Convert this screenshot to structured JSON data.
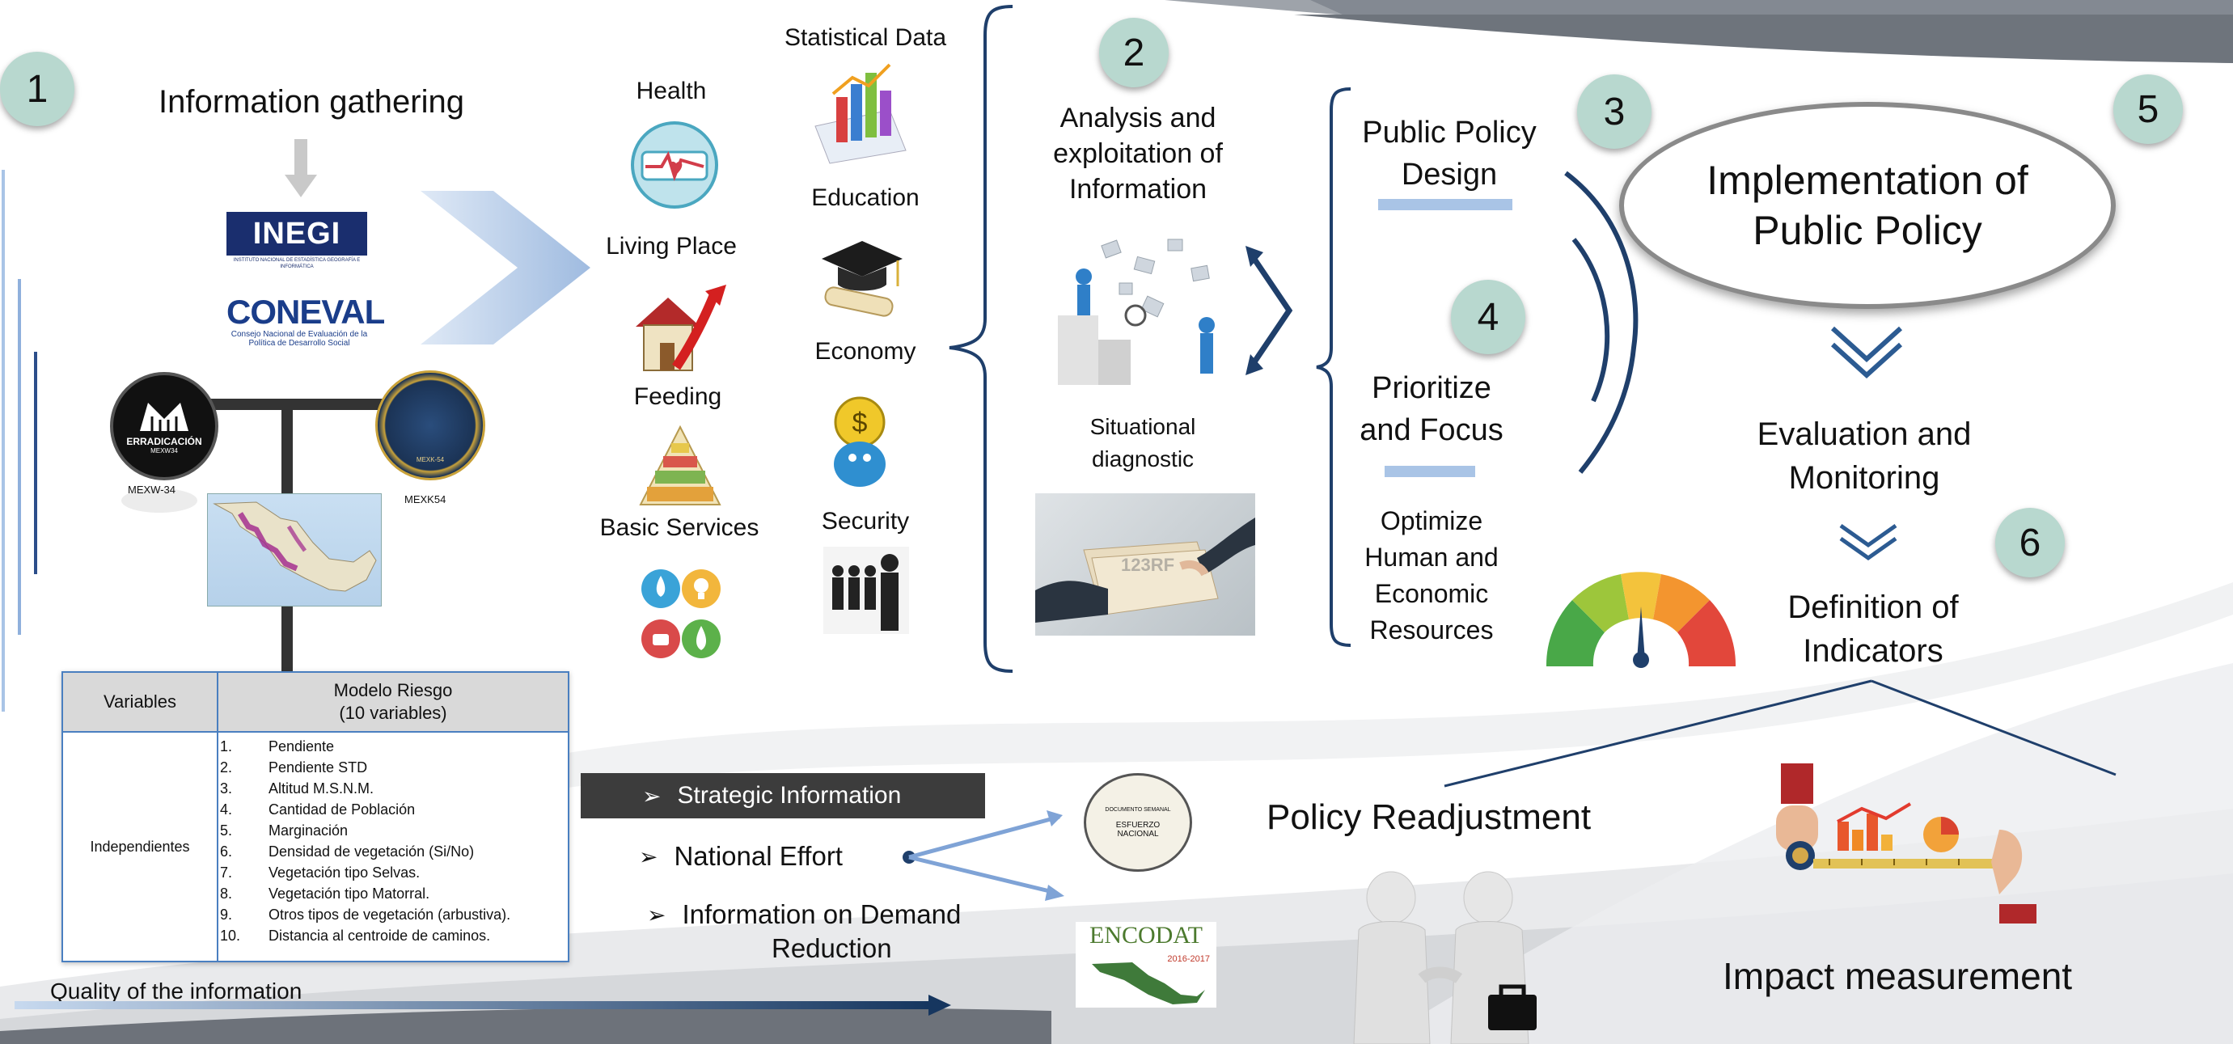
{
  "badges": [
    "1",
    "2",
    "3",
    "4",
    "5",
    "6"
  ],
  "gathering": {
    "title": "Information gathering",
    "inegi_logo": "INEGI",
    "inegi_sub": "INSTITUTO NACIONAL DE ESTADÍSTICA GEOGRAFÍA E INFORMÁTICA",
    "coneval_logo": "CONEVAL",
    "coneval_sub": "Consejo Nacional de Evaluación de la Política de Desarrollo Social",
    "erradicacion_text": "ERRADICACIÓN",
    "erradicacion_code": "MEXW34",
    "mexw_label": "MEXW-34",
    "mexk_label": "MEXK54",
    "mexk_seal_code": "MEXK-54"
  },
  "table": {
    "col1": "Variables",
    "col2_line1": "Modelo Riesgo",
    "col2_line2": "(10 variables)",
    "row_label": "Independientes",
    "items": [
      {
        "n": "1.",
        "t": "Pendiente"
      },
      {
        "n": "2.",
        "t": "Pendiente STD"
      },
      {
        "n": "3.",
        "t": "Altitud M.S.N.M."
      },
      {
        "n": "4.",
        "t": "Cantidad de Población"
      },
      {
        "n": "5.",
        "t": "Marginación"
      },
      {
        "n": "6.",
        "t": "Densidad de vegetación (Si/No)"
      },
      {
        "n": "7.",
        "t": "Vegetación tipo Selvas."
      },
      {
        "n": "8.",
        "t": "Vegetación tipo Matorral."
      },
      {
        "n": "9.",
        "t": "Otros tipos de vegetación (arbustiva)."
      },
      {
        "n": "10.",
        "t": "Distancia al centroide de caminos."
      }
    ]
  },
  "quality": "Quality of the information",
  "categories_left": [
    "Health",
    "Living Place",
    "Feeding",
    "Basic Services"
  ],
  "categories_right": [
    "Statistical Data",
    "Education",
    "Economy",
    "Security"
  ],
  "analysis": {
    "title": "Analysis and exploitation of Information",
    "situational": "Situational diagnostic",
    "photo_watermark": "123RF"
  },
  "strategic": {
    "item1": "Strategic Information",
    "item2": "National Effort",
    "item3_line1": "Information on Demand",
    "item3_line2": "Reduction",
    "bullet": "➢"
  },
  "docs": {
    "esfuerzo_top": "DOCUMENTO SEMANAL",
    "esfuerzo_line1": "ESFUERZO",
    "esfuerzo_line2": "NACIONAL",
    "encodat": "ENCODAT",
    "encodat_years": "2016-2017"
  },
  "policy": {
    "design": "Public Policy Design",
    "prioritize": "Prioritize and Focus",
    "optimize": "Optimize Human and Economic Resources",
    "implementation": "Implementation of Public Policy",
    "evaluation": "Evaluation and Monitoring",
    "indicators": "Definition of Indicators",
    "readjustment": "Policy Readjustment",
    "impact": "Impact measurement"
  },
  "colors": {
    "badge": "#b8d8cf",
    "navy": "#1f3f6b",
    "lightblue": "#a9c4e6",
    "strategic_bg": "#3c3c3c"
  }
}
